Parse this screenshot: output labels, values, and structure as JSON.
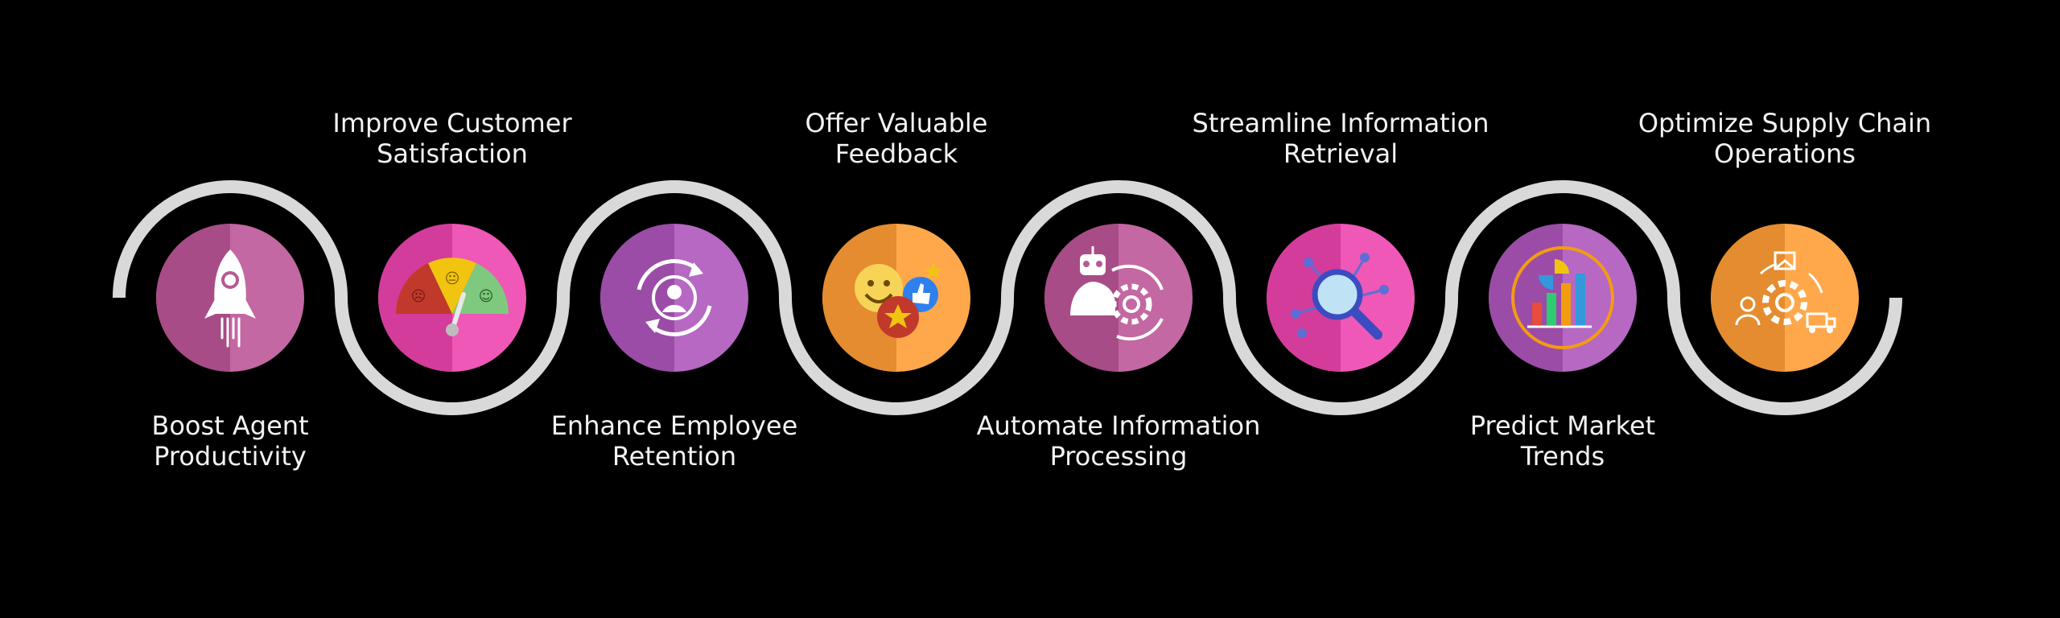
{
  "colors": {
    "background": "#000000",
    "track": "#d9d9d9",
    "text": "#f2f2f2",
    "pink": "#e14aa8",
    "mauve": "#b55a94",
    "purple": "#a85ab5",
    "orange": "#f29a3d",
    "white": "#ffffff"
  },
  "steps": [
    {
      "line1": "Boost Agent",
      "line2": "Productivity",
      "icon": "rocket-icon",
      "theme": "mauve"
    },
    {
      "line1": "Improve Customer",
      "line2": "Satisfaction",
      "icon": "satisfaction-gauge-icon",
      "theme": "pink"
    },
    {
      "line1": "Enhance Employee",
      "line2": "Retention",
      "icon": "employee-retention-icon",
      "theme": "purple"
    },
    {
      "line1": "Offer Valuable",
      "line2": "Feedback",
      "icon": "feedback-emoji-icon",
      "theme": "orange"
    },
    {
      "line1": "Automate Information",
      "line2": "Processing",
      "icon": "robot-automation-icon",
      "theme": "mauve"
    },
    {
      "line1": "Streamline Information",
      "line2": "Retrieval",
      "icon": "search-network-icon",
      "theme": "pink"
    },
    {
      "line1": "Predict Market",
      "line2": "Trends",
      "icon": "market-trends-chart-icon",
      "theme": "purple"
    },
    {
      "line1": "Optimize Supply Chain",
      "line2": "Operations",
      "icon": "supply-chain-icon",
      "theme": "orange"
    }
  ]
}
